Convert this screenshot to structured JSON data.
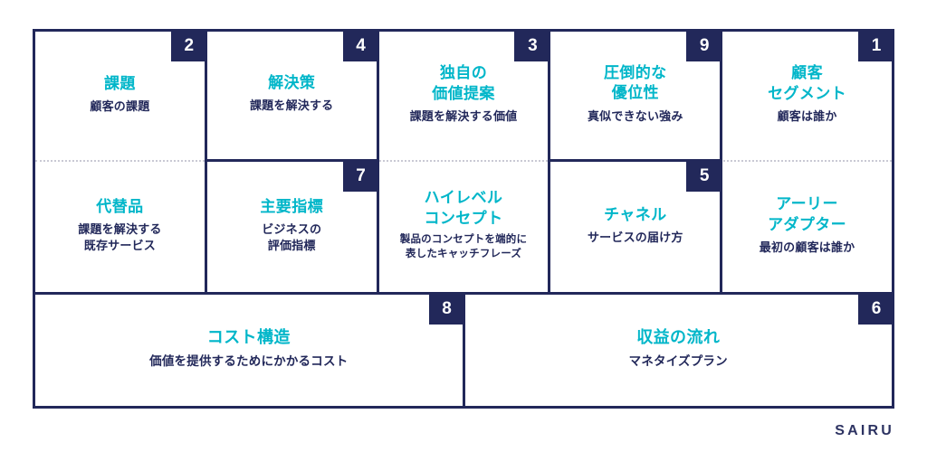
{
  "canvas": {
    "title": "Lean Canvas",
    "accent_color": "#00b6c9",
    "frame_color": "#22285a",
    "badge_bg": "#22285a",
    "badge_fg": "#ffffff",
    "background": "#ffffff",
    "dotted_divider_color": "#c9c9d4"
  },
  "rows": {
    "top": [
      {
        "number": "2",
        "has_badge": true,
        "title": "課題",
        "desc": "顧客の課題",
        "divider": "dotted"
      },
      {
        "number": "4",
        "has_badge": true,
        "title": "解決策",
        "desc": "課題を解決する",
        "divider": "solid"
      },
      {
        "number": "3",
        "has_badge": true,
        "title": "独自の\n価値提案",
        "desc": "課題を解決する価値",
        "divider": "dotted"
      },
      {
        "number": "9",
        "has_badge": true,
        "title": "圧倒的な\n優位性",
        "desc": "真似できない強み",
        "divider": "solid"
      },
      {
        "number": "1",
        "has_badge": true,
        "title": "顧客\nセグメント",
        "desc": "顧客は誰か",
        "divider": "dotted"
      }
    ],
    "middle": [
      {
        "number": "",
        "has_badge": false,
        "title": "代替品",
        "desc": "課題を解決する\n既存サービス",
        "small_desc": false
      },
      {
        "number": "7",
        "has_badge": true,
        "title": "主要指標",
        "desc": "ビジネスの\n評価指標",
        "small_desc": false
      },
      {
        "number": "",
        "has_badge": false,
        "title": "ハイレベル\nコンセプト",
        "desc": "製品のコンセプトを端的に\n表したキャッチフレーズ",
        "small_desc": true
      },
      {
        "number": "5",
        "has_badge": true,
        "title": "チャネル",
        "desc": "サービスの届け方",
        "small_desc": false
      },
      {
        "number": "",
        "has_badge": false,
        "title": "アーリー\nアダプター",
        "desc": "最初の顧客は誰か",
        "small_desc": false
      }
    ],
    "bottom": [
      {
        "number": "8",
        "has_badge": true,
        "title": "コスト構造",
        "desc": "価値を提供するためにかかるコスト"
      },
      {
        "number": "6",
        "has_badge": true,
        "title": "収益の流れ",
        "desc": "マネタイズプラン"
      }
    ]
  },
  "logo": {
    "text": "SAIRU"
  }
}
